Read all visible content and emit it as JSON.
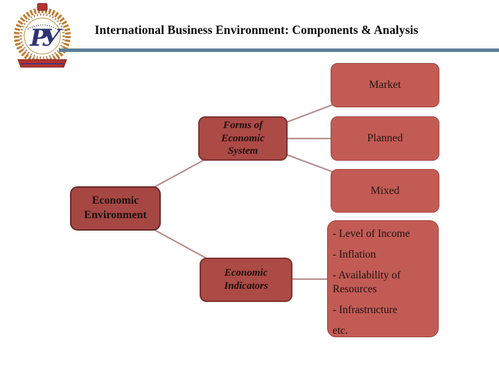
{
  "slide": {
    "title": "International Business Environment: Components & Analysis"
  },
  "logo": {
    "monogram": "РУ"
  },
  "diagram": {
    "root": {
      "label": "Economic Environment"
    },
    "level1": [
      {
        "label": "Forms of Economic System"
      },
      {
        "label": "Economic Indicators"
      }
    ],
    "systems": [
      {
        "label": "Market"
      },
      {
        "label": "Planned"
      },
      {
        "label": "Mixed"
      }
    ],
    "indicators": [
      "- Level of Income",
      "- Inflation",
      "- Availability of Resources",
      "- Infrastructure",
      "etc."
    ]
  },
  "colors": {
    "box_right_fill": "#c35b55",
    "box_mid_fill": "#ac4a46",
    "root_fill": "#a64744",
    "connector": "#b5908d",
    "title_rule": "#5d7f95"
  }
}
